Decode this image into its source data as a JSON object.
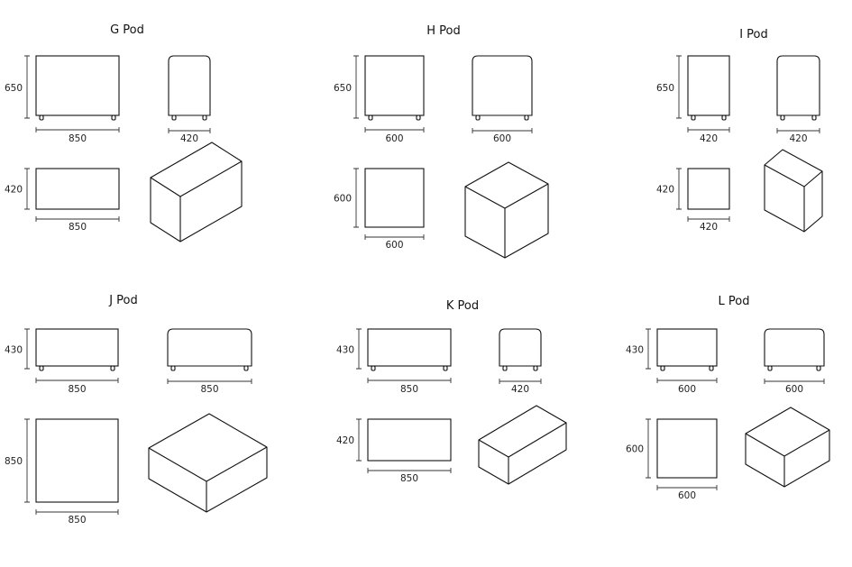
{
  "pods": [
    {
      "name": "G Pod",
      "front": {
        "height": "650",
        "width": "850"
      },
      "side": {
        "width": "420"
      },
      "top": {
        "height": "420",
        "width": "850"
      }
    },
    {
      "name": "H Pod",
      "front": {
        "height": "650",
        "width": "600"
      },
      "side": {
        "width": "600"
      },
      "top": {
        "height": "600",
        "width": "600"
      }
    },
    {
      "name": "I Pod",
      "front": {
        "height": "650",
        "width": "420"
      },
      "side": {
        "width": "420"
      },
      "top": {
        "height": "420",
        "width": "420"
      }
    },
    {
      "name": "J Pod",
      "front": {
        "height": "430",
        "width": "850"
      },
      "side": {
        "width": "850"
      },
      "top": {
        "height": "850",
        "width": "850"
      }
    },
    {
      "name": "K Pod",
      "front": {
        "height": "430",
        "width": "850"
      },
      "side": {
        "width": "420"
      },
      "top": {
        "height": "420",
        "width": "850"
      }
    },
    {
      "name": "L Pod",
      "front": {
        "height": "430",
        "width": "600"
      },
      "side": {
        "width": "600"
      },
      "top": {
        "height": "600",
        "width": "600"
      }
    }
  ]
}
